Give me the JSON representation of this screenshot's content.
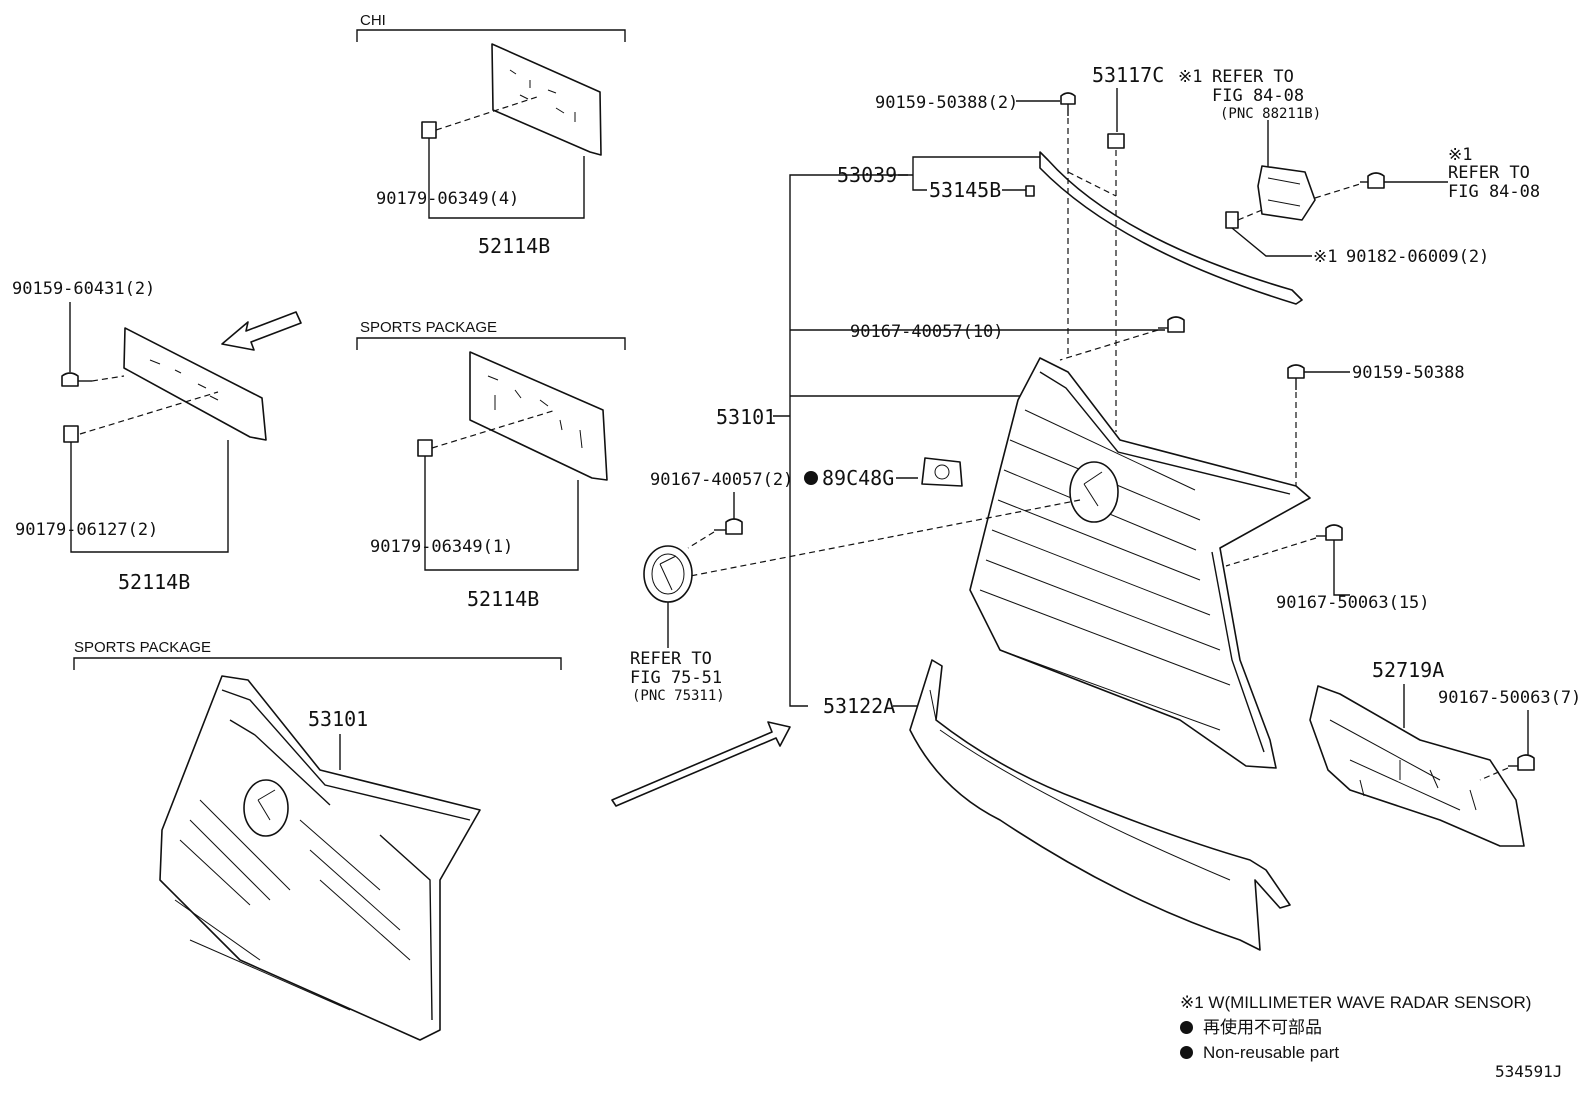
{
  "headers": {
    "chi": "CHI",
    "sports_top": "SPORTS PACKAGE",
    "sports_bottom": "SPORTS PACKAGE"
  },
  "labels": {
    "p90179_06349_4": "90179-06349(4)",
    "p52114b_a": "52114B",
    "p90159_60431_2": "90159-60431(2)",
    "p90179_06127_2": "90179-06127(2)",
    "p52114b_b": "52114B",
    "p90179_06349_1": "90179-06349(1)",
    "p52114b_c": "52114B",
    "p53101_sports": "53101",
    "p90159_50388_2": "90159-50388(2)",
    "p53117c": "53117C",
    "p53039": "53039",
    "p53145b": "53145B",
    "p90167_40057_10": "90167-40057(10)",
    "p53101": "53101",
    "p90167_40057_2": "90167-40057(2)",
    "p89c48g": "89C48G",
    "p53122a": "53122A",
    "p90159_50388": "90159-50388",
    "p90167_50063_15": "90167-50063(15)",
    "p52719a": "52719A",
    "p90167_50063_7": "90167-50063(7)",
    "p90182_06009_2": "90182-06009(2)",
    "note_mark": "※1",
    "note_mark_b": "※1",
    "note_mark_c": "※1"
  },
  "refs": {
    "ref1_l1": "REFER TO",
    "ref1_l2": "FIG 84-08",
    "ref1_l3": "(PNC 88211B)",
    "ref2_l1": "REFER TO",
    "ref2_l2": "FIG 84-08",
    "ref3_l1": "REFER TO",
    "ref3_l2": "FIG 75-51",
    "ref3_l3": "(PNC 75311)"
  },
  "legend": {
    "line1": "※1 W(MILLIMETER WAVE RADAR SENSOR)",
    "line2": "再使用不可部品",
    "line3": "Non-reusable part"
  },
  "figure_id": "534591J"
}
